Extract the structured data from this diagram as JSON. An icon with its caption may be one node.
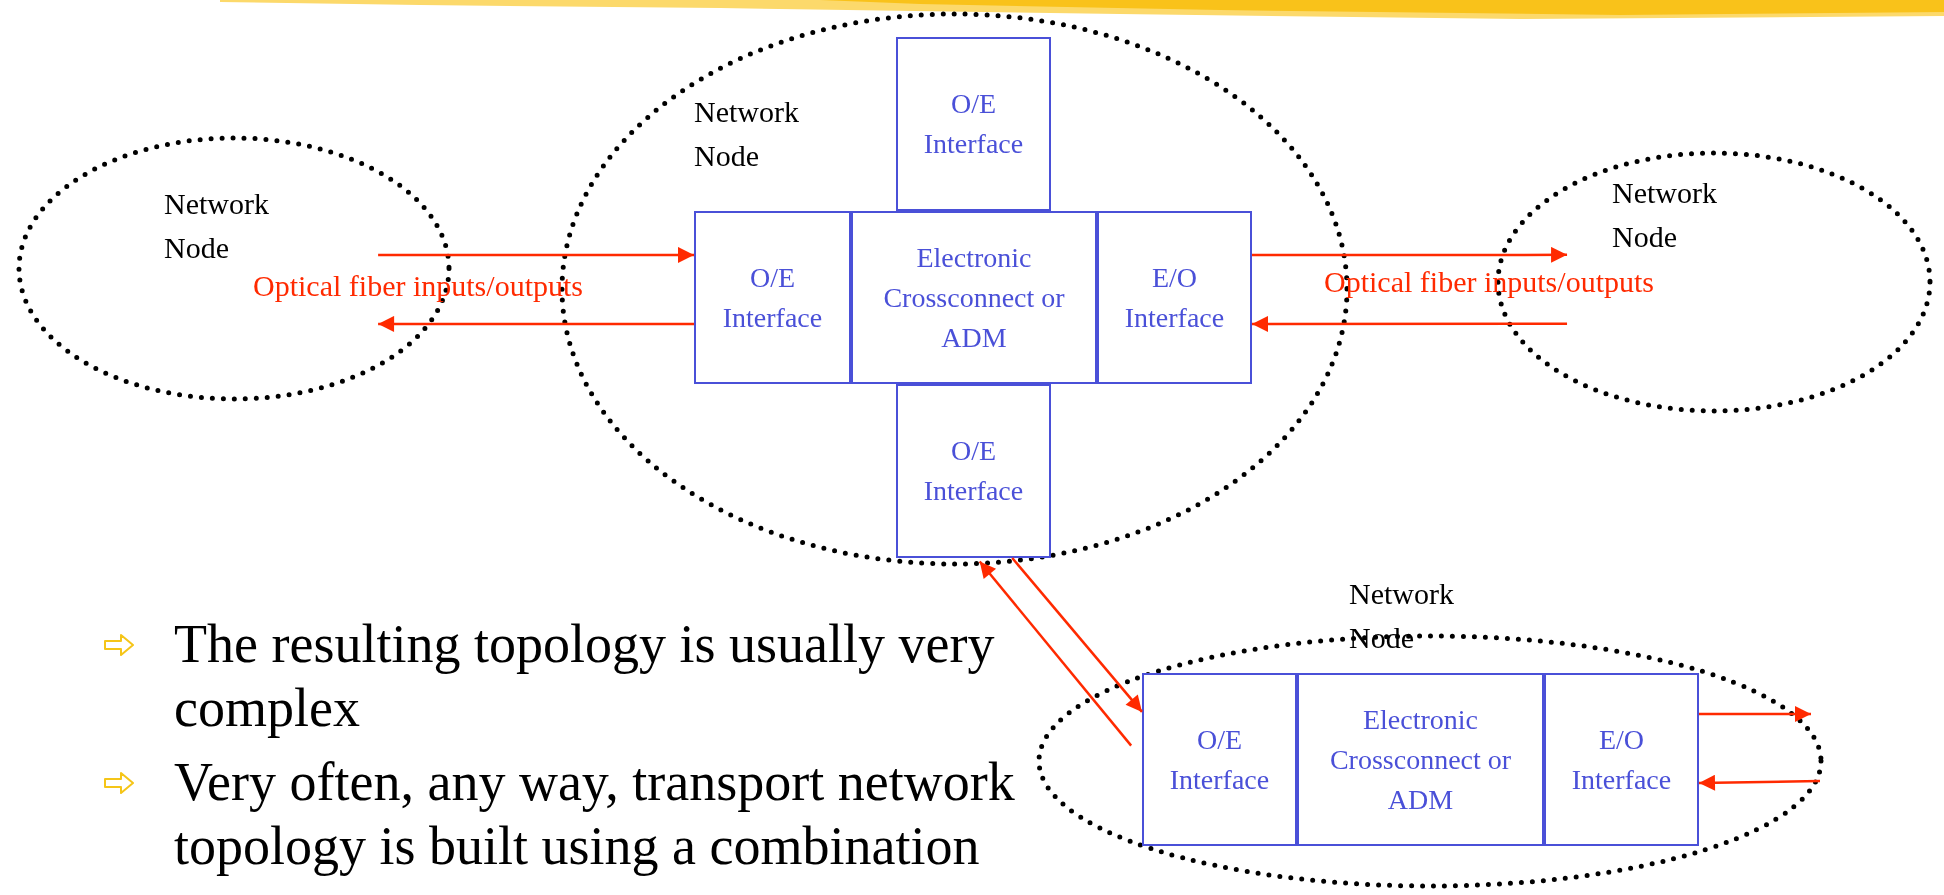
{
  "diagram": {
    "nodes": [
      {
        "text": [
          "Network Node"
        ]
      },
      {
        "text": [
          "Network Node"
        ]
      },
      {
        "text": [
          "O/E Interface"
        ],
        "in": 1
      },
      {
        "text": [
          "O/E Interface"
        ],
        "in": 1
      },
      {
        "text": [
          "Electronic Crossconnect or ADM"
        ],
        "in": 1
      },
      {
        "text": [
          "E/O Interface"
        ],
        "in": 1
      },
      {
        "text": [
          "O/E Interface"
        ],
        "in": 1
      },
      {
        "text": [
          "Network Node"
        ]
      },
      {
        "text": [
          "Network Node"
        ]
      },
      {
        "text": [
          "O/E Interface"
        ],
        "in": 8
      },
      {
        "text": [
          "Electronic Crossconnect or ADM"
        ],
        "in": 8
      },
      {
        "text": [
          "E/O Interface"
        ],
        "in": 8
      }
    ],
    "edges": [
      {
        "from": 0,
        "to": 3,
        "arrow": "to"
      },
      {
        "from": 3,
        "to": 0,
        "arrow": "to"
      },
      {
        "from": 5,
        "to": 7,
        "arrow": "to"
      },
      {
        "from": 7,
        "to": 5,
        "arrow": "to"
      },
      {
        "from": 6,
        "to": 9,
        "arrow": "to"
      },
      {
        "from": 9,
        "to": 6,
        "arrow": "to"
      },
      {
        "from": 11,
        "to": null,
        "arrow": "to"
      },
      {
        "from": null,
        "to": 11,
        "arrow": "to"
      }
    ],
    "labels": [
      "Optical fiber inputs/outputs",
      "Optical fiber inputs/outputs",
      "The resulting topology is usually very complex",
      "Very often, any way, transport network topology is built using a combination"
    ]
  }
}
